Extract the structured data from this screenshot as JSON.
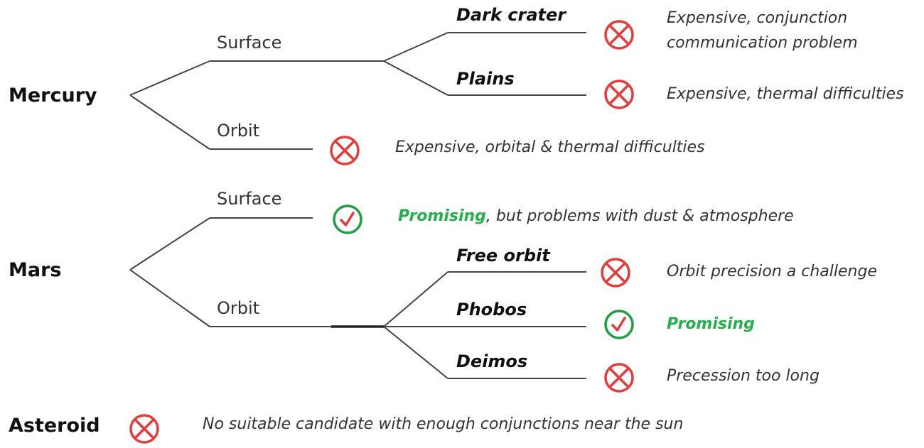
{
  "colors": {
    "line": "#444444",
    "reject": "#e53b3b",
    "accept_ring": "#1f9e45",
    "accept_check": "#e53b3b",
    "promising": "#22b14c"
  },
  "targets": {
    "mercury": "Mercury",
    "mars": "Mars",
    "asteroid": "Asteroid"
  },
  "branches": {
    "mercury_surface": "Surface",
    "mercury_orbit": "Orbit",
    "mars_surface": "Surface",
    "mars_orbit": "Orbit"
  },
  "options": {
    "dark_crater": "Dark crater",
    "plains": "Plains",
    "free_orbit": "Free orbit",
    "phobos": "Phobos",
    "deimos": "Deimos"
  },
  "notes": {
    "dark_crater_line1": "Expensive, conjunction",
    "dark_crater_line2": "communication problem",
    "plains": "Expensive, thermal difficulties",
    "mercury_orbit": "Expensive, orbital & thermal difficulties",
    "mars_surface_highlight": "Promising",
    "mars_surface_rest": ", but problems with dust & atmosphere",
    "free_orbit": "Orbit precision a challenge",
    "phobos": "Promising",
    "deimos": "Precession too long",
    "asteroid": "No suitable candidate with enough conjunctions near the sun"
  },
  "verdicts": {
    "dark_crater": "rejected-icon",
    "plains": "rejected-icon",
    "mercury_orbit": "rejected-icon",
    "mars_surface": "accepted-icon",
    "free_orbit": "rejected-icon",
    "phobos": "accepted-icon",
    "deimos": "rejected-icon",
    "asteroid": "rejected-icon"
  }
}
